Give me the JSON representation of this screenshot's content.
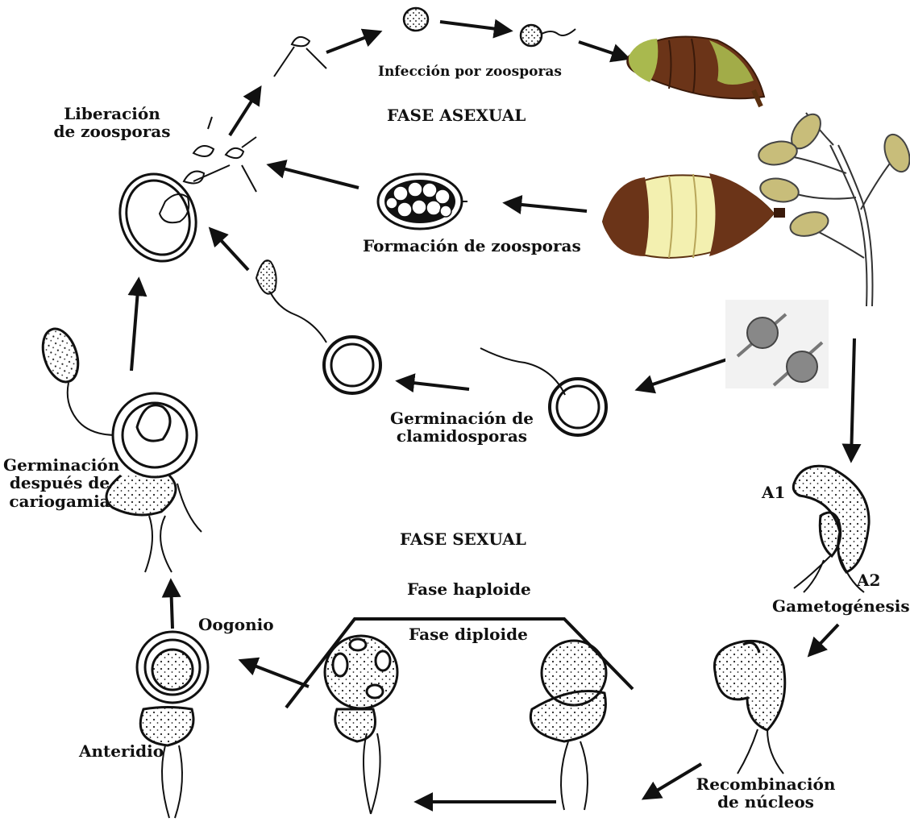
{
  "labels": {
    "infection": "Infección por zoosporas",
    "asexual_phase": "FASE ASEXUAL",
    "release": [
      "Liberación",
      "de zoosporas"
    ],
    "formation": "Formación de zoosporas",
    "chlamydo": [
      "Germinación de",
      "clamidosporas"
    ],
    "germ_after": [
      "Germinación",
      "después de",
      "cariogamia"
    ],
    "sexual_phase": "FASE SEXUAL",
    "haploid": "Fase haploide",
    "diploid": "Fase diploide",
    "oogonium": "Oogonio",
    "antheridium": "Anteridio",
    "a1": "A1",
    "a2": "A2",
    "gametogenesis": "Gametogénesis",
    "recombination": [
      "Recombinación",
      "de núcleos"
    ]
  },
  "colors": {
    "ink": "#111111",
    "pod_brown": "#6b3418",
    "pod_yellow": "#f3f0b0",
    "pod_green": "#a9b94e",
    "sporangium": "#c8bd7a"
  }
}
